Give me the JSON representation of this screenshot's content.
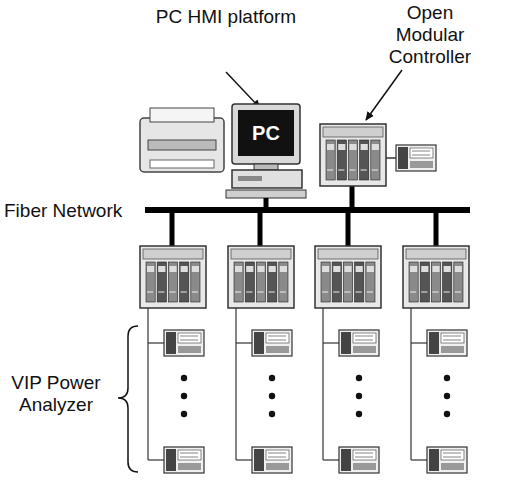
{
  "diagram": {
    "nodes": [
      {
        "text": [
          "PC"
        ]
      }
    ],
    "labels": [
      "PC HMI platform",
      "Open Modular Controller",
      "Fiber Network",
      "VIP Power Analyzer"
    ]
  }
}
